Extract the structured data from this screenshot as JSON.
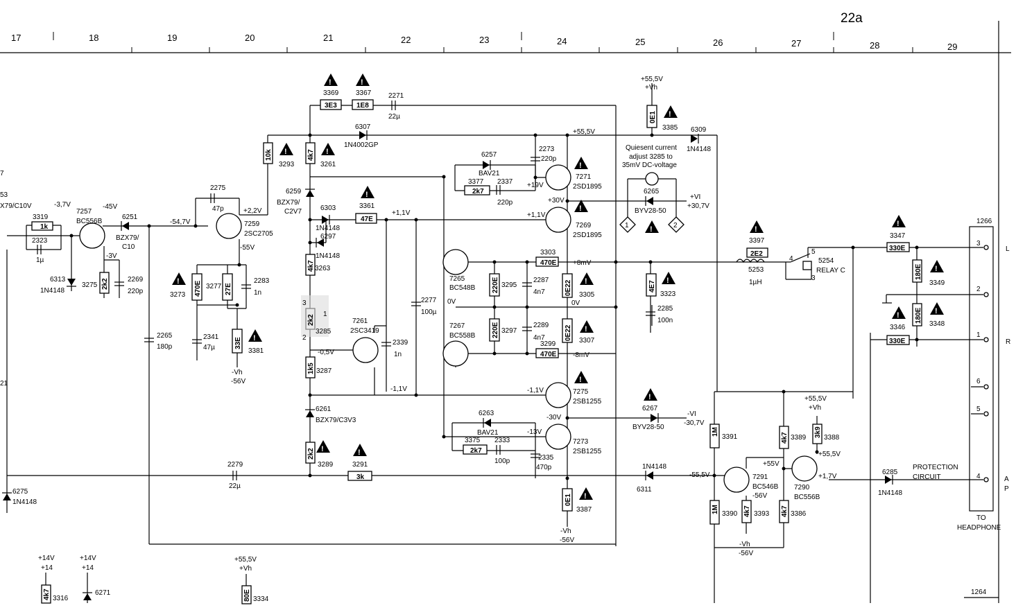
{
  "sheet": {
    "title": "22a",
    "columns": [
      "17",
      "18",
      "19",
      "20",
      "21",
      "22",
      "23",
      "24",
      "25",
      "26",
      "27",
      "28",
      "29"
    ]
  },
  "colors": {
    "ink": "#000000",
    "paper": "#ffffff",
    "warning": "#000000"
  },
  "icons": {
    "warning": "warning-triangle-icon",
    "transistor": "transistor-icon",
    "diode": "diode-icon",
    "voltmeter": "voltmeter-icon"
  },
  "components": {
    "r3369": "3369",
    "r3369_val": "3E3",
    "r3367": "3367",
    "r3367_val": "1E8",
    "c2271": "2271",
    "c2271_val": "22µ",
    "d6307": "6307",
    "d6307_type": "1N4002GP",
    "r3293": "3293",
    "r3293_val": "10k",
    "r3261": "3261",
    "r3261_val": "4k7",
    "c2273": "2273",
    "c2273_val": "220p",
    "d6257": "6257",
    "d6257_type": "BAV21",
    "r3377": "3377",
    "r3377_val": "2k7",
    "c2337": "2337",
    "c2337_val": "220p",
    "q7271": "7271",
    "q7271_type": "2SD1895",
    "q7269": "7269",
    "q7269_type": "2SD1895",
    "d6259": "6259",
    "d6259_type1": "BZX79/",
    "d6259_type2": "C2V7",
    "d6303": "6303",
    "d6303_type": "1N4148",
    "d6297": "6297",
    "d6297_type": "1N4148",
    "r3361": "3361",
    "r3361_val": "47E",
    "q7259": "7259",
    "q7259_type": "2SC2705",
    "c2275": "2275",
    "c2275_val": "47p",
    "q7257": "7257",
    "q7257_type": "BC556B",
    "d6251": "6251",
    "d6251_type1": "BZX79/",
    "d6251_type2": "C10",
    "r3319": "3319",
    "r3319_val": "1k",
    "c2323": "2323",
    "c2323_val": "1µ",
    "d6313": "6313",
    "d6313_type": "1N4148",
    "r3275": "3275",
    "r3275_val": "2k2",
    "c2269a": "2269",
    "c2269a_val": "220p",
    "r3273": "3273",
    "r3273_val": "470E",
    "r3277": "3277",
    "r3277_val": "27E",
    "c2283": "2283",
    "c2283_val": "1n",
    "c2341": "2341",
    "c2341_val": "47µ",
    "r3381": "3381",
    "r3381_val": "33E",
    "c2265": "2265",
    "c2265_val": "180p",
    "r3263": "3263",
    "r3263_val": "4k7",
    "r3285": "3285",
    "r3285_val": "2k2",
    "q7261": "7261",
    "q7261_type": "2SC3419",
    "c2339": "2339",
    "c2339_val": "1n",
    "c2277": "2277",
    "c2277_val": "100µ",
    "q7265": "7265",
    "q7265_type": "BC548B",
    "q7267": "7267",
    "q7267_type": "BC558B",
    "r3295": "3295",
    "r3295_val": "220E",
    "c2287": "2287",
    "c2287_val": "4n7",
    "r3297": "3297",
    "r3297_val": "220E",
    "c2289": "2289",
    "c2289_val": "4n7",
    "r3303": "3303",
    "r3303_val": "470E",
    "r3299": "3299",
    "r3299_val": "470E",
    "r3305": "3305",
    "r3305_val": "0E22",
    "r3307": "3307",
    "r3307_val": "0E22",
    "r3287": "3287",
    "r3287_val": "1k5",
    "d6261": "6261",
    "d6261_type": "BZX79/C3V3",
    "q7275": "7275",
    "q7275_type": "2SB1255",
    "q7273": "7273",
    "q7273_type": "2SB1255",
    "d6263": "6263",
    "d6263_type": "BAV21",
    "r3375": "3375",
    "r3375_val": "2k7",
    "c2333": "2333",
    "c2333_val": "100p",
    "c2335": "2335",
    "c2335_val": "470p",
    "r3289": "3289",
    "r3289_val": "2k2",
    "r3291": "3291",
    "r3291_val": "3k",
    "c2279": "2279",
    "c2279_val": "22µ",
    "r3387": "3387",
    "r3387_val": "0E1",
    "r3385": "3385",
    "r3385_val": "0E1",
    "d6309": "6309",
    "d6309_type": "1N4148",
    "d6265": "6265",
    "d6265_type": "BYV28-50",
    "d6267": "6267",
    "d6267_type": "BYV28-50",
    "r3323": "3323",
    "r3323_val": "4E7",
    "c2285": "2285",
    "c2285_val": "100n",
    "r3397": "3397",
    "r3397_val": "2E2",
    "l5253": "5253",
    "l5253_val": "1µH",
    "k5254": "5254",
    "k5254_type": "RELAY C",
    "r3347": "3347",
    "r3347_val": "330E",
    "r3349": "3349",
    "r3349_val": "180E",
    "r3346": "3346",
    "r3346_val": "330E",
    "r3348": "3348",
    "r3348_val": "180E",
    "d6311": "6311",
    "d6311_type": "1N4148",
    "q7291": "7291",
    "q7291_type": "BC546B",
    "q7290": "7290",
    "q7290_type": "BC556B",
    "r3391": "3391",
    "r3391_val": "1M",
    "r3390": "3390",
    "r3390_val": "1M",
    "r3389": "3389",
    "r3389_val": "4k7",
    "r3393": "3393",
    "r3393_val": "4k7",
    "r3386": "3386",
    "r3386_val": "4k7",
    "r3388": "3388",
    "r3388_val": "3k9",
    "d6285": "6285",
    "d6285_type": "1N4148",
    "d6275": "6275",
    "d6275_type": "1N4148",
    "d6271": "6271",
    "r3316": "3316",
    "r3316_val": "4k7",
    "r3334": "3334",
    "r3334_val": "80E",
    "j1266": "1266",
    "j1264": "1264"
  },
  "voltages": {
    "v55_5": "+55,5V",
    "vh": "+Vh",
    "v_neg3_7": "-3,7V",
    "v_neg45": "-45V",
    "v_neg54_7": "-54,7V",
    "v2_2": "+2,2V",
    "v_neg55": "-55V",
    "v_neg3": "-3V",
    "v1_1": "+1,1V",
    "v19": "+19V",
    "v30": "+30V",
    "v1_1b": "+1,1V",
    "v8m": "+8mV",
    "v0a": "0V",
    "v0b": "0V",
    "v_neg8m": "-8mV",
    "v_neg0_5": "-0,5V",
    "v_neg1_1": "-1,1V",
    "v_neg1_1b": "-1,1V",
    "v_neg30": "-30V",
    "v_neg13": "-13V",
    "vneg_vh": "-Vh",
    "v_neg56": "-56V",
    "vi_pos": "+VI",
    "v30_7": "+30,7V",
    "vi_neg": "-VI",
    "v_neg30_7": "-30,7V",
    "v_neg55_5": "-55,5V",
    "v55": "+55V",
    "v1_7": "+1,7V",
    "v14": "+14V",
    "v14n": "+14"
  },
  "notes": {
    "quiescent_1": "Quiesent current",
    "quiescent_2": "adjust 3285 to",
    "quiescent_3": "35mV DC-voltage",
    "protection_1": "PROTECTION",
    "protection_2": "CIRCUIT",
    "headphone_1": "TO",
    "headphone_2": "HEADPHONE",
    "edge_a": "7",
    "edge_b": "53",
    "edge_c": "X79/C10V",
    "edge_d": "L",
    "edge_e": "R",
    "edge_f": "A",
    "edge_g": "P",
    "edge_h": "21"
  },
  "markers": {
    "pot1": "1",
    "pot2": "2",
    "pot3": "3",
    "diamond1": "1",
    "diamond2": "2",
    "relay4": "4",
    "relay5": "5",
    "relay3": "3",
    "pin3": "3",
    "pin2": "2",
    "pin1": "1",
    "pin6": "6",
    "pin5": "5",
    "pin4": "4"
  }
}
